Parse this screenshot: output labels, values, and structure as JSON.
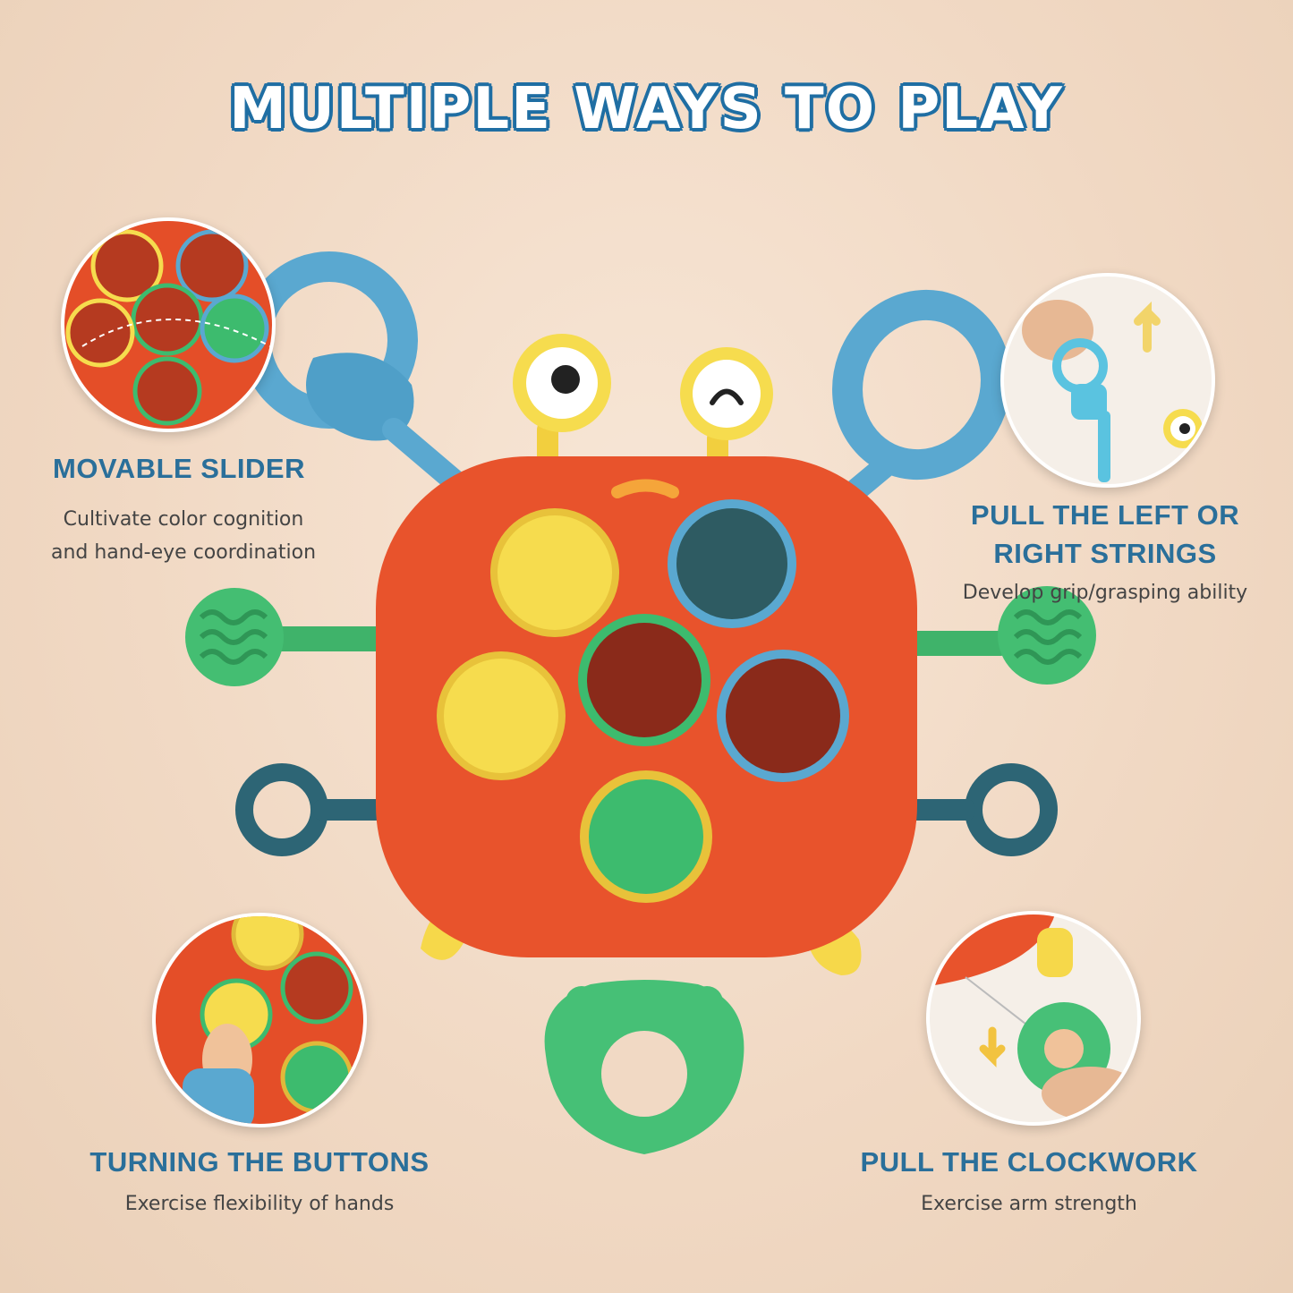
{
  "title": "MULTIPLE WAYS TO PLAY",
  "features": {
    "slider": {
      "title": "MOVABLE SLIDER",
      "desc_line1": "Cultivate color cognition",
      "desc_line2": "and hand-eye coordination"
    },
    "strings": {
      "title_line1": "PULL THE LEFT OR",
      "title_line2": "RIGHT STRINGS",
      "desc": "Develop grip/grasping ability"
    },
    "buttons": {
      "title": "TURNING THE BUTTONS",
      "desc": "Exercise flexibility of hands"
    },
    "clockwork": {
      "title": "PULL THE CLOCKWORK",
      "desc": "Exercise arm strength"
    }
  },
  "colors": {
    "body": "#e8532c",
    "yellow": "#f6dc4e",
    "teal": "#2e5b62",
    "green": "#3dbb6e",
    "blue": "#5aa8d0",
    "dark_teal": "#2d6575",
    "title_blue": "#2a6f9a"
  }
}
